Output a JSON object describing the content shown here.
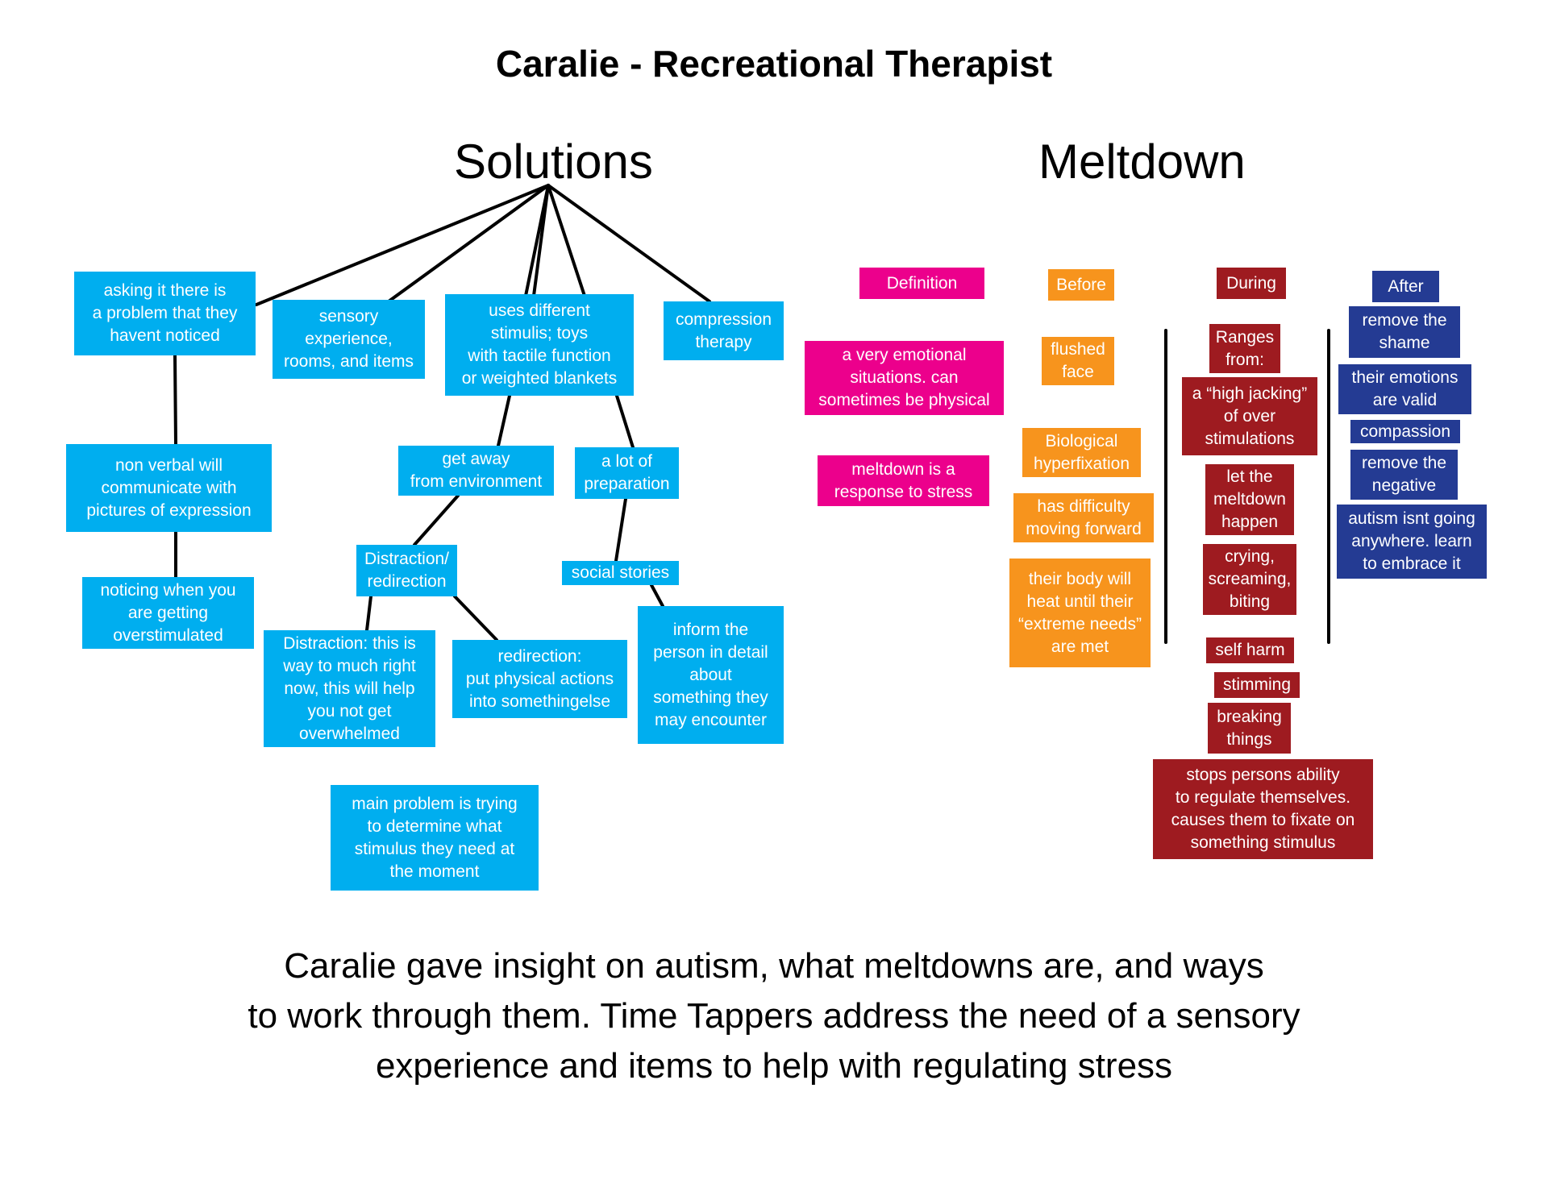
{
  "title": "Caralie -  Recreational Therapist",
  "solutions": {
    "heading": "Solutions",
    "notes": {
      "asking": "asking it there is\na problem that they\nhavent noticed",
      "sensory": "sensory\nexperience,\nrooms, and items",
      "stimulus": "uses different\nstimulis; toys\nwith tactile function\nor weighted blankets",
      "compression": "compression\ntherapy",
      "nonverbal": "non verbal will\ncommunicate with\npictures of expression",
      "noticing": "noticing when you\nare getting\noverstimulated",
      "getaway": "get away\nfrom environment",
      "preparation": "a lot of\npreparation",
      "distraction_redirection": "Distraction/\nredirection",
      "social_stories": "social stories",
      "distraction": "Distraction: this is\nway to much right\nnow, this will help\nyou not get\noverwhelmed",
      "redirection": "redirection:\nput physical actions\ninto somethingelse",
      "inform": "inform the\nperson in detail\nabout\nsomething they\nmay encounter",
      "main_problem": "main problem is trying\nto determine what\nstimulus they need at\nthe moment"
    }
  },
  "meltdown": {
    "heading": "Meltdown",
    "definition": {
      "label": "Definition",
      "items": [
        "a very emotional\nsituations. can\nsometimes be physical",
        "meltdown is a\nresponse to stress"
      ]
    },
    "before": {
      "label": "Before",
      "items": [
        "flushed\nface",
        "Biological\nhyperfixation",
        "has difficulty\nmoving forward",
        "their body will\nheat until their\n“extreme needs”\nare met"
      ]
    },
    "during": {
      "label": "During",
      "items": [
        "Ranges\nfrom:",
        "a “high jacking”\nof over\nstimulations",
        "let the\nmeltdown\nhappen",
        "crying,\nscreaming,\nbiting",
        "self harm",
        "stimming",
        "breaking\nthings",
        "stops persons ability\nto regulate themselves.\ncauses them to fixate on\nsomething stimulus"
      ]
    },
    "after": {
      "label": "After",
      "items": [
        "remove the\nshame",
        "their emotions\nare valid",
        "compassion",
        "remove the\nnegative",
        "autism isnt going\nanywhere. learn\nto embrace it"
      ]
    }
  },
  "footer": "Caralie gave insight on autism, what meltdowns are, and ways\nto work through them. Time Tappers address the need of a sensory\nexperience and items to help with regulating stress",
  "colors": {
    "solutions": "#00aeef",
    "definition": "#ec008c",
    "before": "#f7941d",
    "during": "#9e1b20",
    "after": "#243b93"
  }
}
